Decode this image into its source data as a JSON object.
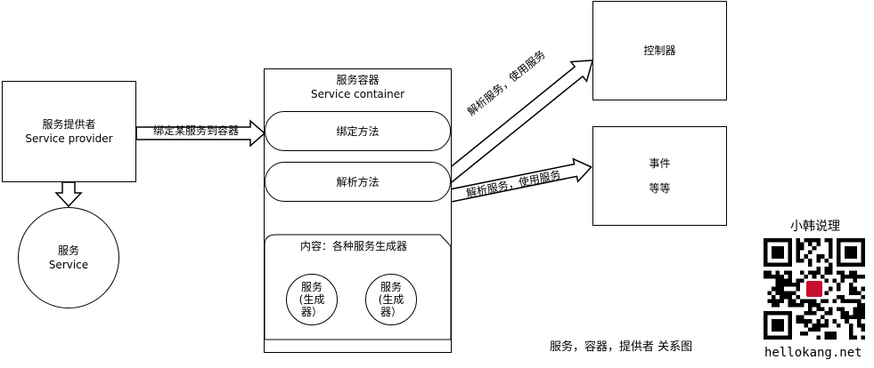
{
  "provider": {
    "title": "服务提供者",
    "subtitle": "Service provider"
  },
  "service": {
    "title": "服务",
    "subtitle": "Service"
  },
  "container": {
    "title": "服务容器",
    "subtitle": "Service container",
    "bind_method": "绑定方法",
    "resolve_method": "解析方法",
    "content_label": "内容：各种服务生成器",
    "generators": [
      {
        "line1": "服务",
        "line2": "(生成",
        "line3": "器）"
      },
      {
        "line1": "服务",
        "line2": "(生成",
        "line3": "器）"
      }
    ]
  },
  "controller": {
    "title": "控制器"
  },
  "event": {
    "line1": "事件",
    "line2": "等等"
  },
  "arrows": {
    "bind_to_container": "绑定某服务到容器",
    "resolve_to_controller": "解析服务，使用服务",
    "resolve_to_event": "解析服务，使用服务"
  },
  "caption": "服务，容器，提供者 关系图",
  "brand": {
    "name": "小韩说理",
    "url": "hellokang.net"
  },
  "colors": {
    "stroke": "#000000",
    "background": "#ffffff",
    "seal": "#c8102e"
  }
}
